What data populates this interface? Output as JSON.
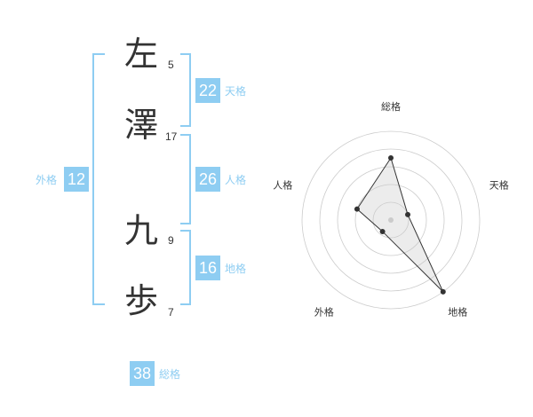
{
  "name": {
    "chars": [
      {
        "char": "左",
        "strokes": "5"
      },
      {
        "char": "澤",
        "strokes": "17"
      },
      {
        "char": "九",
        "strokes": "9"
      },
      {
        "char": "歩",
        "strokes": "7"
      }
    ]
  },
  "fortune": {
    "tenkaku": {
      "value": "22",
      "label": "天格"
    },
    "jinkaku": {
      "value": "26",
      "label": "人格"
    },
    "chikaku": {
      "value": "16",
      "label": "地格"
    },
    "gaikaku": {
      "value": "12",
      "label": "外格"
    },
    "soukaku": {
      "value": "38",
      "label": "総格"
    }
  },
  "colors": {
    "accent": "#8ecdf2",
    "text": "#333333",
    "grid": "#cccccc",
    "fill": "#eeeeee"
  },
  "chart_data": {
    "type": "radar",
    "axes": [
      "総格",
      "天格",
      "地格",
      "外格",
      "人格"
    ],
    "max": 5,
    "rings": 5,
    "values": [
      3.5,
      1.0,
      5.0,
      0.8,
      2.0
    ]
  }
}
